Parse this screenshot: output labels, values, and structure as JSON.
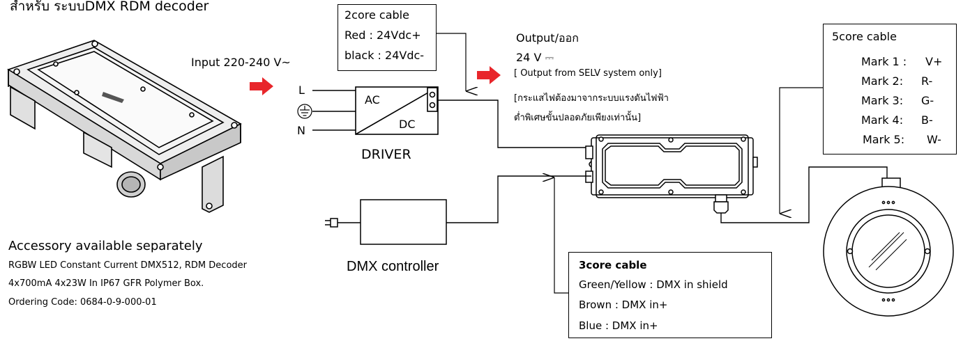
{
  "header": {
    "title": "สำหรับ ระบบDMX RDM decoder"
  },
  "input": {
    "label": "Input 220-240 V~"
  },
  "mains": {
    "l": "L",
    "n": "N"
  },
  "driver": {
    "ac": "AC",
    "dc": "DC",
    "name": "DRIVER"
  },
  "cable2": {
    "title": "2core cable",
    "red": "Red : 24Vdc+",
    "black": "black : 24Vdc-"
  },
  "output": {
    "title": "Output/ออก",
    "voltage": "24 V ⎓",
    "selv": "[ Output from SELV system only]",
    "thai_1": "[กระแสไฟต้องมาจากระบบแรงดันไฟฟ้า",
    "thai_2": "ต่ำพิเศษขั้นปลอดภัยเพียงเท่านั้น]"
  },
  "cable5": {
    "title": "5core cable",
    "marks": [
      {
        "name": "Mark 1 :",
        "value": "V+"
      },
      {
        "name": "Mark 2:",
        "value": "R-"
      },
      {
        "name": "Mark 3:",
        "value": "G-"
      },
      {
        "name": "Mark 4:",
        "value": "B-"
      },
      {
        "name": "Mark 5:",
        "value": "W-"
      }
    ]
  },
  "accessory": {
    "title": "Accessory available separately",
    "line1": "RGBW LED Constant Current DMX512, RDM Decoder",
    "line2": "4x700mA 4x23W In IP67 GFR Polymer Box.",
    "line3": "Ordering Code:   0684-0-9-000-01"
  },
  "dmx_controller": {
    "label": "DMX controller"
  },
  "cable3": {
    "title": "3core cable",
    "lines": [
      "Green/Yellow : DMX in shield",
      "Brown  :    DMX in+",
      "Blue    :    DMX in+"
    ]
  },
  "colors": {
    "arrow": "#e8262b",
    "line": "#000000"
  }
}
